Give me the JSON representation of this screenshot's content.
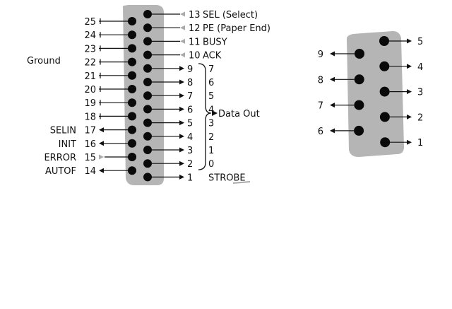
{
  "colors": {
    "connector_body": "#b5b5b5",
    "pin": "#0a0a0a",
    "line": "#111111",
    "arrow_light": "#aaaaaa",
    "text": "#111111"
  },
  "db25": {
    "ground_label": "Ground",
    "top_row": [
      {
        "pin": "13",
        "label": "SEL (Select)",
        "direction": "in",
        "arrow_color": "light"
      },
      {
        "pin": "12",
        "label": "PE (Paper End)",
        "direction": "in",
        "arrow_color": "light"
      },
      {
        "pin": "11",
        "label": "BUSY",
        "direction": "in",
        "arrow_color": "light"
      },
      {
        "pin": "10",
        "label": "ACK",
        "direction": "in",
        "arrow_color": "light"
      },
      {
        "pin": "9",
        "label": "7",
        "direction": "out"
      },
      {
        "pin": "8",
        "label": "6",
        "direction": "out"
      },
      {
        "pin": "7",
        "label": "5",
        "direction": "out"
      },
      {
        "pin": "6",
        "label": "4",
        "direction": "out"
      },
      {
        "pin": "5",
        "label": "3",
        "direction": "out"
      },
      {
        "pin": "4",
        "label": "2",
        "direction": "out"
      },
      {
        "pin": "3",
        "label": "1",
        "direction": "out"
      },
      {
        "pin": "2",
        "label": "0",
        "direction": "out"
      },
      {
        "pin": "1",
        "label": "STROBE",
        "direction": "out"
      }
    ],
    "bottom_row": [
      {
        "pin": "25",
        "label": "",
        "direction": "ground"
      },
      {
        "pin": "24",
        "label": "",
        "direction": "ground"
      },
      {
        "pin": "23",
        "label": "",
        "direction": "ground"
      },
      {
        "pin": "22",
        "label": "",
        "direction": "ground"
      },
      {
        "pin": "21",
        "label": "",
        "direction": "ground"
      },
      {
        "pin": "20",
        "label": "",
        "direction": "ground"
      },
      {
        "pin": "19",
        "label": "",
        "direction": "ground"
      },
      {
        "pin": "18",
        "label": "",
        "direction": "ground"
      },
      {
        "pin": "17",
        "label": "SELIN",
        "direction": "out"
      },
      {
        "pin": "16",
        "label": "INIT",
        "direction": "out"
      },
      {
        "pin": "15",
        "label": "ERROR",
        "direction": "in",
        "arrow_color": "light"
      },
      {
        "pin": "14",
        "label": "AUTOF",
        "direction": "out"
      }
    ],
    "data_out_label": "Data Out"
  },
  "db9": {
    "right_row": [
      {
        "pin": "5"
      },
      {
        "pin": "4"
      },
      {
        "pin": "3"
      },
      {
        "pin": "2"
      },
      {
        "pin": "1"
      }
    ],
    "left_row": [
      {
        "pin": "9"
      },
      {
        "pin": "8"
      },
      {
        "pin": "7"
      },
      {
        "pin": "6"
      }
    ]
  }
}
